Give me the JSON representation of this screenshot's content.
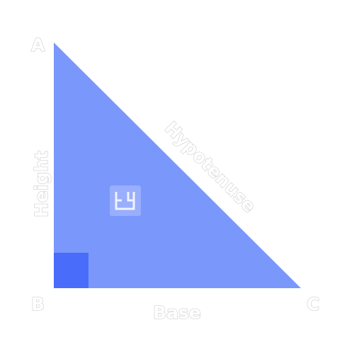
{
  "vertices": {
    "a": "A",
    "b": "B",
    "c": "C"
  },
  "sides": {
    "base": "Base",
    "height": "Height",
    "hypotenuse": "Hypotenuse"
  },
  "colors": {
    "triangle_fill": "#7a97fb",
    "right_angle_marker": "#4a6cfb",
    "label_fill": "#ffffff",
    "label_outline": "#d0d0d0"
  },
  "watermark": {
    "icon": "logo-icon"
  }
}
